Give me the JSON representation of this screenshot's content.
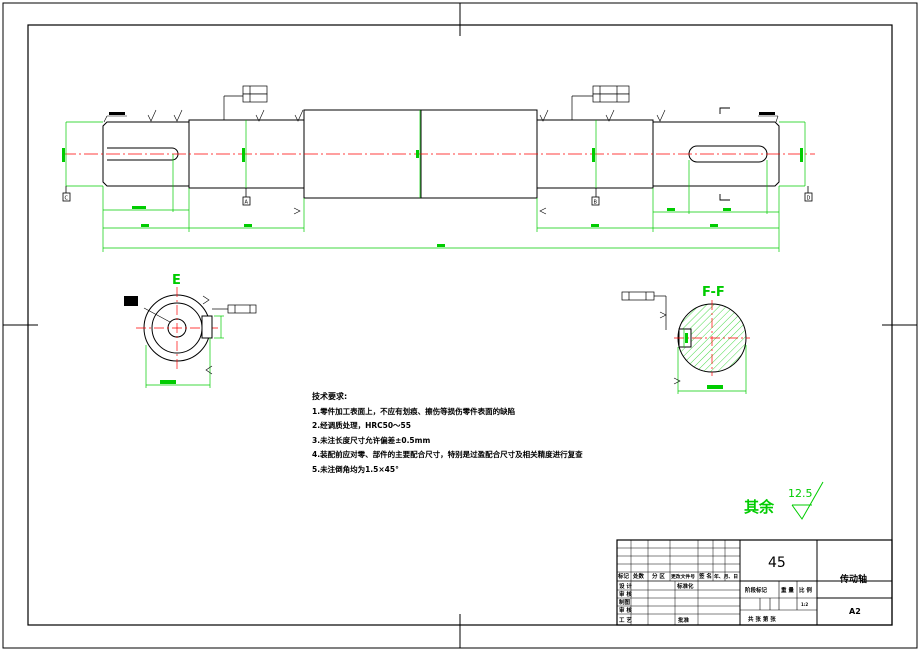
{
  "drawing": {
    "material": "45",
    "part_name": "传动轴",
    "sheet_size": "A2",
    "scale": "1:2",
    "section_e": "E",
    "section_f": "F-F",
    "section_d": "D",
    "section_c": "C",
    "datum_a": "A",
    "datum_b": "B",
    "other_finish_label": "其余",
    "other_finish_value": "12.5"
  },
  "tech_requirements": {
    "heading": "技术要求:",
    "items": [
      "1.零件加工表面上，不应有划痕、擦伤等损伤零件表面的缺陷",
      "2.经调质处理，HRC50～55",
      "3.未注长度尺寸允许偏差±0.5mm",
      "4.装配前应对零、部件的主要配合尺寸，特别是过盈配合尺寸及相关精度进行复查",
      "5.未注倒角均为1.5×45°"
    ]
  },
  "title_block": {
    "row_labels": [
      "标记",
      "处数",
      "分 区",
      "更改文件号",
      "签 名",
      "年、月、日"
    ],
    "design": "设 计",
    "check": "审 核",
    "process": "工 艺",
    "standardization": "标准化",
    "approve": "批准",
    "stage_mark": "阶段标记",
    "weight": "重 量",
    "ratio": "比 例",
    "sheets": "共  张 第  张",
    "draw": "制图"
  },
  "colors": {
    "line": "#000000",
    "dimension": "#00cc00",
    "center": "#ff0000",
    "hatch": "#00cc00",
    "surface_mark": "#00cc00"
  }
}
